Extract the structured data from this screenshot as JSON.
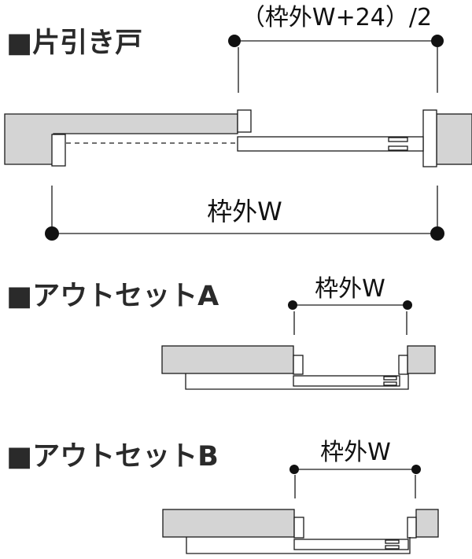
{
  "sections": [
    {
      "heading": "■片引き戸",
      "dimension_top": "（枠外W+24）/2",
      "dimension_bottom": "枠外W"
    },
    {
      "heading": "■アウトセットA",
      "dimension_top": "枠外W"
    },
    {
      "heading": "■アウトセットB",
      "dimension_top": "枠外W"
    }
  ],
  "colors": {
    "wall_fill": "#d4d4d4",
    "stroke": "#1a1a1a",
    "heading": "#2a2a2a"
  }
}
